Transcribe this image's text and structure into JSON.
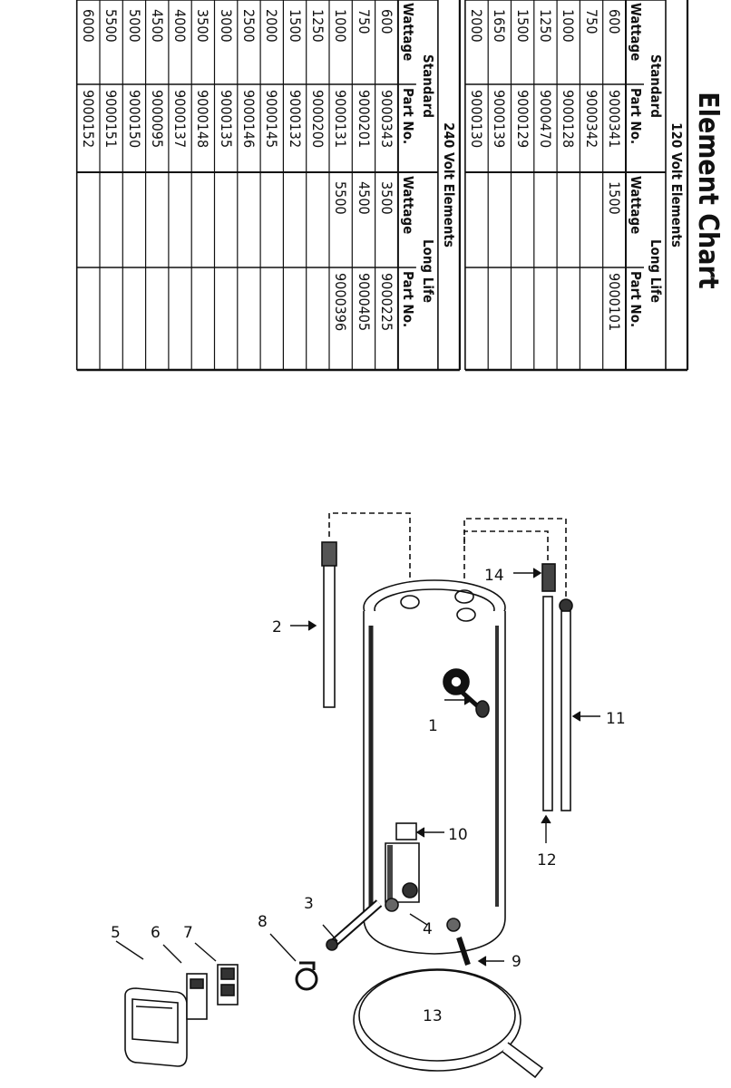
{
  "title": "Element Chart",
  "section_120": {
    "heading": "120 Volt Elements",
    "standard_heading": "Standard",
    "longlife_heading": "Long Life",
    "col_wattage": "Wattage",
    "col_partno": "Part No.",
    "rows": [
      {
        "std_watt": "600",
        "std_part": "9000341",
        "ll_watt": "1500",
        "ll_part": "9000101"
      },
      {
        "std_watt": "750",
        "std_part": "9000342",
        "ll_watt": "",
        "ll_part": ""
      },
      {
        "std_watt": "1000",
        "std_part": "9000128",
        "ll_watt": "",
        "ll_part": ""
      },
      {
        "std_watt": "1250",
        "std_part": "9000470",
        "ll_watt": "",
        "ll_part": ""
      },
      {
        "std_watt": "1500",
        "std_part": "9000129",
        "ll_watt": "",
        "ll_part": ""
      },
      {
        "std_watt": "1650",
        "std_part": "9000139",
        "ll_watt": "",
        "ll_part": ""
      },
      {
        "std_watt": "2000",
        "std_part": "9000130",
        "ll_watt": "",
        "ll_part": ""
      }
    ]
  },
  "section_240": {
    "heading": "240 Volt Elements",
    "standard_heading": "Standard",
    "longlife_heading": "Long Life",
    "col_wattage": "Wattage",
    "col_partno": "Part No.",
    "rows": [
      {
        "std_watt": "600",
        "std_part": "9000343",
        "ll_watt": "3500",
        "ll_part": "9000225"
      },
      {
        "std_watt": "750",
        "std_part": "9000201",
        "ll_watt": "4500",
        "ll_part": "9000405"
      },
      {
        "std_watt": "1000",
        "std_part": "9000131",
        "ll_watt": "5500",
        "ll_part": "9000396"
      },
      {
        "std_watt": "1250",
        "std_part": "9000200",
        "ll_watt": "",
        "ll_part": ""
      },
      {
        "std_watt": "1500",
        "std_part": "9000132",
        "ll_watt": "",
        "ll_part": ""
      },
      {
        "std_watt": "2000",
        "std_part": "9000145",
        "ll_watt": "",
        "ll_part": ""
      },
      {
        "std_watt": "2500",
        "std_part": "9000146",
        "ll_watt": "",
        "ll_part": ""
      },
      {
        "std_watt": "3000",
        "std_part": "9000135",
        "ll_watt": "",
        "ll_part": ""
      },
      {
        "std_watt": "3500",
        "std_part": "9000148",
        "ll_watt": "",
        "ll_part": ""
      },
      {
        "std_watt": "4000",
        "std_part": "9000137",
        "ll_watt": "",
        "ll_part": ""
      },
      {
        "std_watt": "4500",
        "std_part": "9000095",
        "ll_watt": "",
        "ll_part": ""
      },
      {
        "std_watt": "5000",
        "std_part": "9000150",
        "ll_watt": "",
        "ll_part": ""
      },
      {
        "std_watt": "5500",
        "std_part": "9000151",
        "ll_watt": "",
        "ll_part": ""
      },
      {
        "std_watt": "6000",
        "std_part": "9000152",
        "ll_watt": "",
        "ll_part": ""
      }
    ]
  },
  "callouts": [
    "1",
    "2",
    "3",
    "4",
    "5",
    "6",
    "7",
    "8",
    "9",
    "10",
    "11",
    "12",
    "13",
    "14"
  ]
}
